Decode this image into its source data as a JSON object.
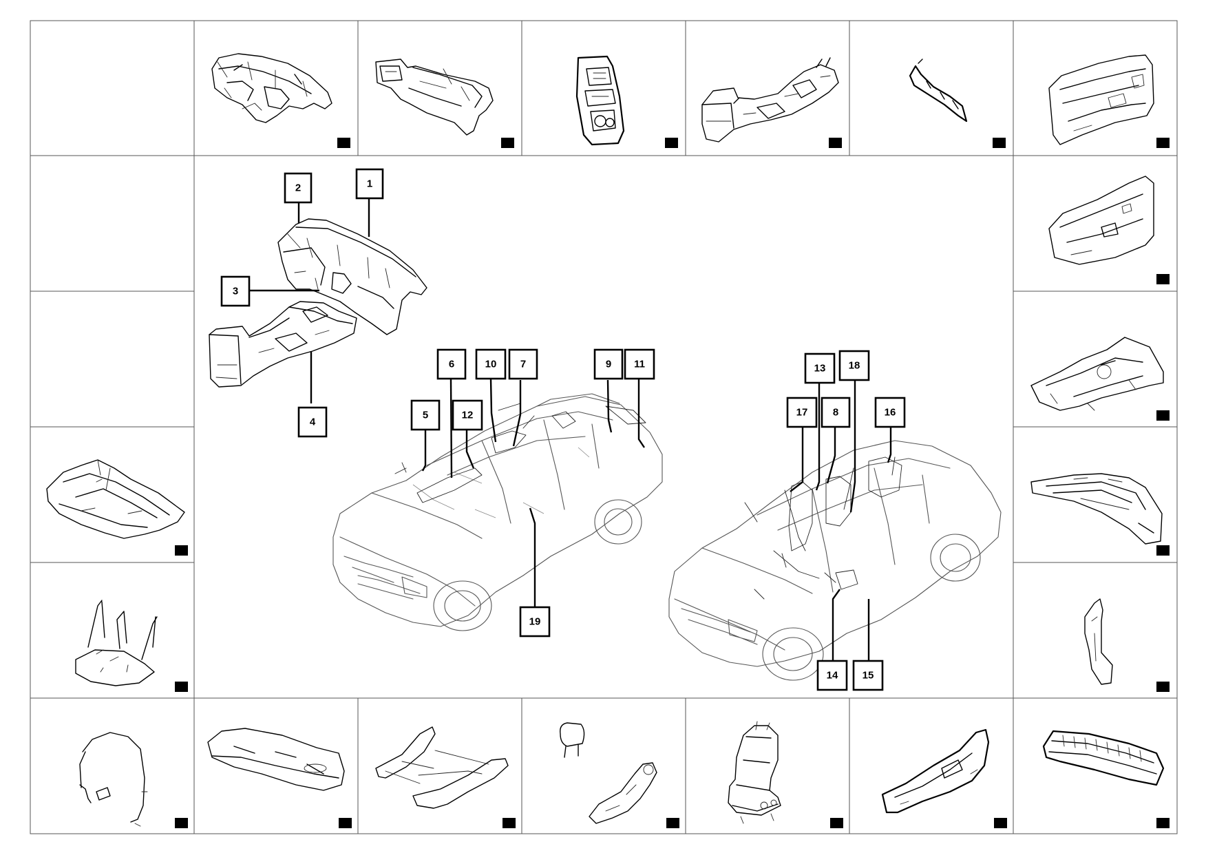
{
  "callouts": [
    "1",
    "2",
    "3",
    "4",
    "5",
    "6",
    "7",
    "8",
    "9",
    "10",
    "11",
    "12",
    "13",
    "14",
    "15",
    "16",
    "17",
    "18",
    "19"
  ],
  "cells": {
    "top": [
      "blank",
      "instrument-panel",
      "instrument-cluster-trim",
      "center-fascia",
      "floor-console",
      "instrument-panel-brace",
      "front-door-trim"
    ],
    "left": [
      "blank",
      "blank",
      "floor-carpet",
      "rear-seat-belts"
    ],
    "right": [
      "rear-door-trim",
      "headliner",
      "package-tray",
      "center-pillar-trim"
    ],
    "bottom": [
      "front-seat-belt",
      "rear-seat-cushion",
      "seat-track",
      "seat-headrest-frame",
      "front-seat",
      "rocker-trim",
      "luggage-trim"
    ]
  },
  "colors": {
    "line": "#000000",
    "grid": "#555555",
    "marker": "#000000",
    "background": "#ffffff"
  }
}
